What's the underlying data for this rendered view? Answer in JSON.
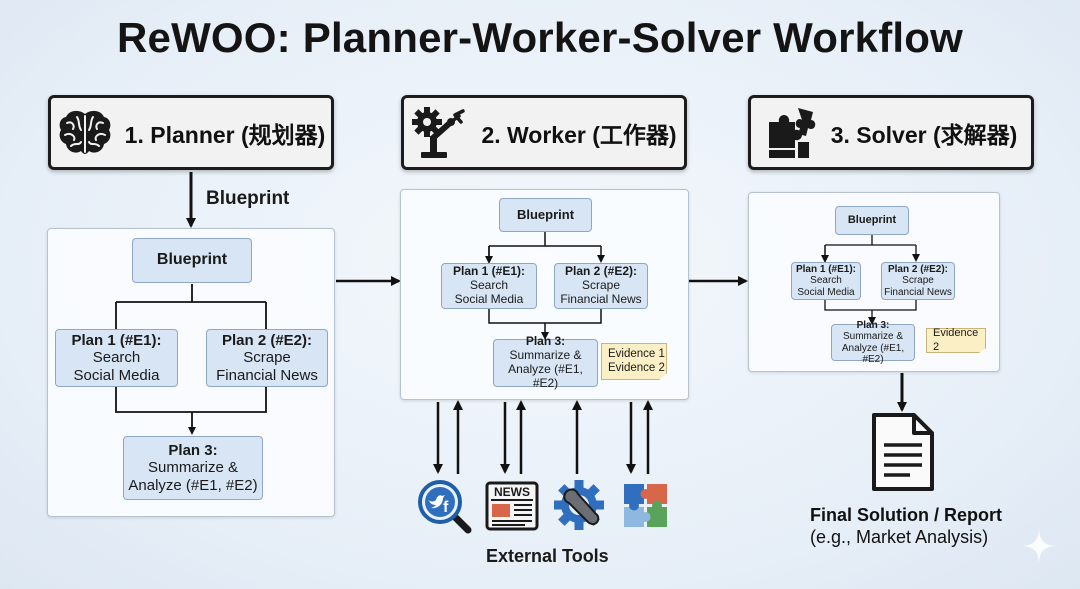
{
  "title": "ReWOO: Planner-Worker-Solver Workflow",
  "stages": {
    "planner": {
      "label": "1. Planner (规划器)",
      "icon": "brain-icon"
    },
    "worker": {
      "label": "2. Worker (工作器)",
      "icon": "robot-arm-gear-icon"
    },
    "solver": {
      "label": "3. Solver (求解器)",
      "icon": "puzzle-icon"
    }
  },
  "blueprint_arrow_label": "Blueprint",
  "plan": {
    "blueprint": "Blueprint",
    "plan1_title": "Plan 1 (#E1):",
    "plan1_l1": "Search",
    "plan1_l2": "Social Media",
    "plan2_title": "Plan 2 (#E2):",
    "plan2_l1": "Scrape",
    "plan2_l2": "Financial News",
    "plan3_title": "Plan 3:",
    "plan3_l1": "Summarize &",
    "plan3_l2": "Analyze (#E1, #E2)"
  },
  "evidence": {
    "e1": "Evidence 1",
    "e2": "Evidence 2"
  },
  "tools": {
    "label": "External Tools",
    "items": [
      {
        "icon": "social-search-icon",
        "fb_letter": "f"
      },
      {
        "icon": "news-icon",
        "text": "NEWS"
      },
      {
        "icon": "gear-wrench-icon"
      },
      {
        "icon": "puzzle-tool-icon"
      }
    ]
  },
  "final": {
    "title": "Final Solution / Report",
    "subtitle": "(e.g., Market Analysis)",
    "icon": "document-icon"
  },
  "colors": {
    "node_fill": "#d8e5f4",
    "node_border": "#8ea7c4",
    "note_fill": "#fbefc6",
    "header_fill": "#f2f2f2"
  }
}
